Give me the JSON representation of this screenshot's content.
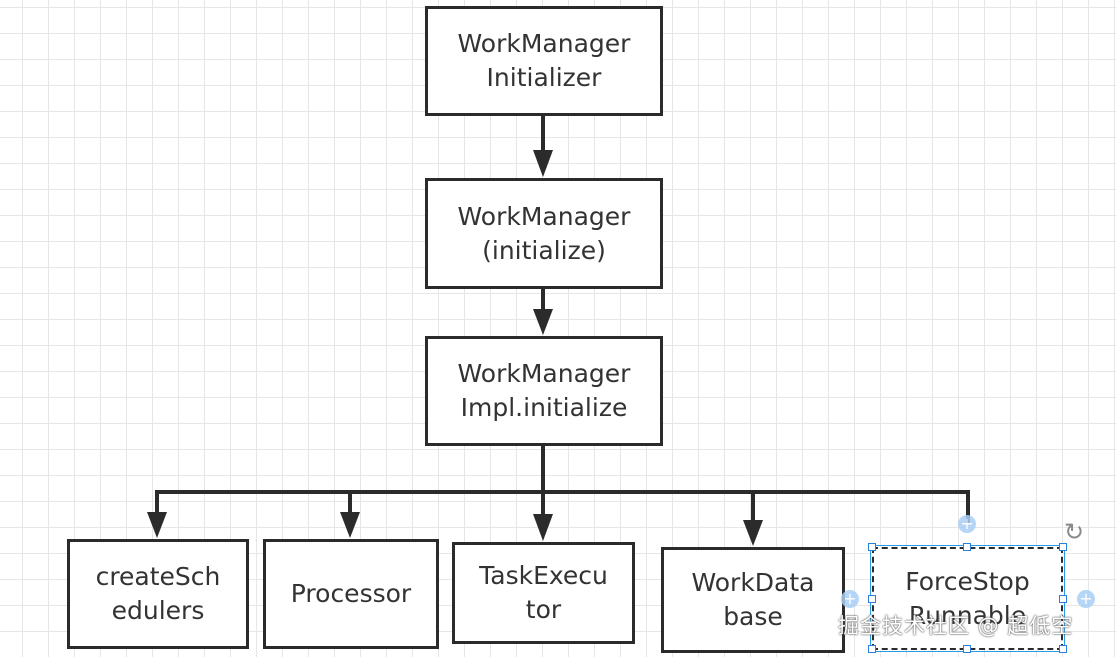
{
  "nodes": {
    "initializer": "WorkManager\nInitializer",
    "initialize": "WorkManager\n(initialize)",
    "impl_initialize": "WorkManager\nImpl.initialize",
    "create_schedulers": "createSch\nedulers",
    "processor": "Processor",
    "task_executor": "TaskExecu\ntor",
    "work_database": "WorkData\nbase",
    "force_stop_runnable": "ForceStop\nRunnable"
  },
  "selected_node": "force_stop_runnable",
  "watermark": "掘金技术社区 @ 超低空",
  "colors": {
    "stroke": "#2b2b2b",
    "grid": "#e6e6e6",
    "selection": "#2b7fd8"
  }
}
